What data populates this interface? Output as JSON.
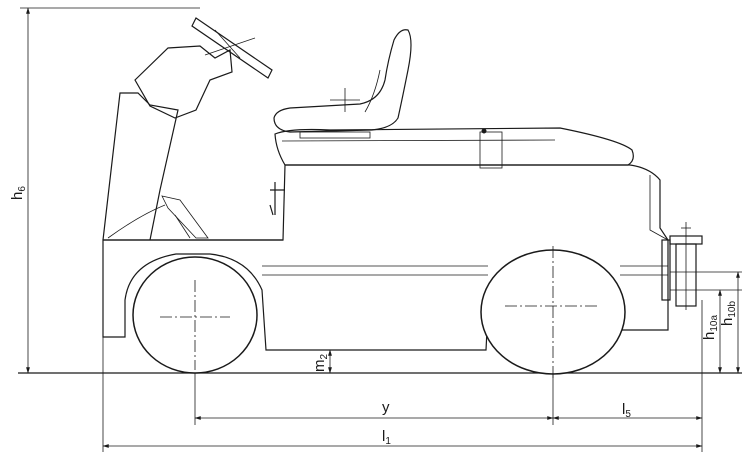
{
  "labels": {
    "h6": {
      "main": "h",
      "sub": "6"
    },
    "m2": {
      "main": "m",
      "sub": "2"
    },
    "h10a": {
      "main": "h",
      "sub": "10a"
    },
    "h10b": {
      "main": "h",
      "sub": "10b"
    },
    "y": {
      "main": "y",
      "sub": ""
    },
    "l5": {
      "main": "l",
      "sub": "5"
    },
    "l1": {
      "main": "l",
      "sub": "1"
    }
  }
}
